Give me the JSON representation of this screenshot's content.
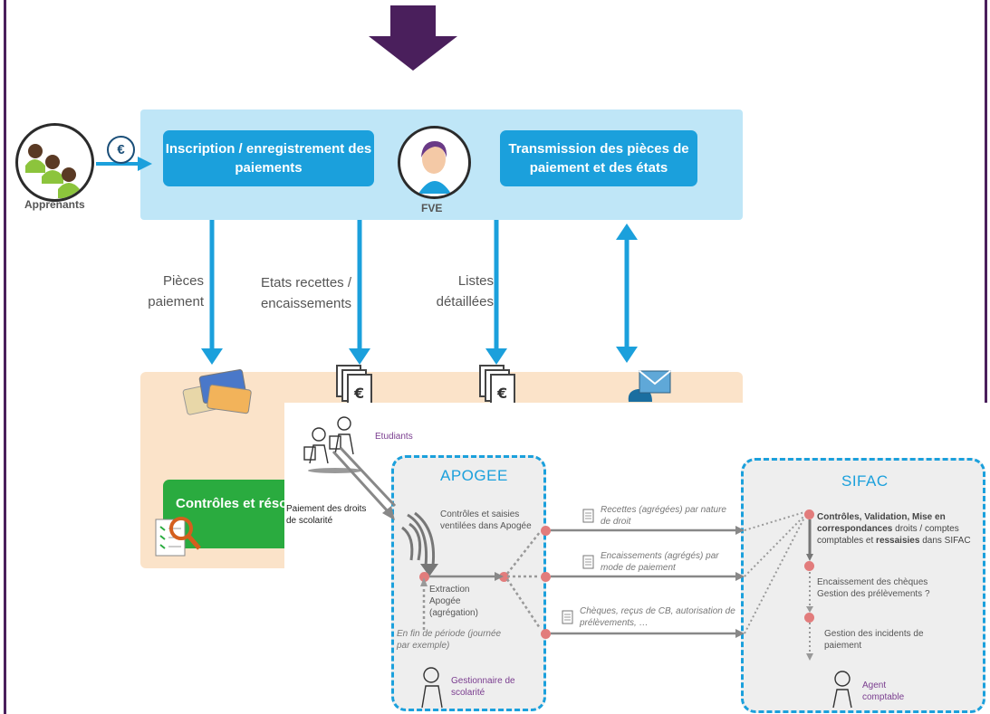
{
  "top": {
    "apprenants_label": "Apprenants",
    "euro_symbol": "€",
    "inscription_label": "Inscription / enregistrement des paiements",
    "fve_label": "FVE",
    "transmission_label": "Transmission des pièces de paiement et des états"
  },
  "flows": {
    "pieces_label": "Pièces paiement",
    "etats_label": "Etats recettes / encaissements",
    "listes_label": "Listes détaillées"
  },
  "bottom": {
    "green_label": "Contrôles et résolution des écarts"
  },
  "overlay": {
    "etudiants_label": "Etudiants",
    "paiement_label": "Paiement des droits de scolarité",
    "apogee_title": "APOGEE",
    "apogee_controles": "Contrôles et saisies ventilées dans Apogée",
    "extraction": "Extraction Apogée (agrégation)",
    "fin_periode": "En fin de période (journée par exemple)",
    "gestionnaire": "Gestionnaire de scolarité",
    "recettes": "Recettes (agrégées) par nature de droit",
    "encaissements_agreges": "Encaissements (agrégés) par mode de paiement",
    "cheques": "Chèques,  reçus de CB, autorisation de prélèvements, …",
    "sifac_title": "SIFAC",
    "sifac_controles_b1": "Contrôles, Validation, Mise en correspondances",
    "sifac_controles_t1": " droits / comptes comptables et ",
    "sifac_controles_b2": "ressaisies",
    "sifac_controles_t2": " dans SIFAC",
    "encaissement_cheques": "Encaissement des chèques",
    "gestion_prelevements": "Gestion des prélèvements ?",
    "gestion_incidents": "Gestion des incidents de paiement",
    "agent": "Agent comptable"
  },
  "colors": {
    "arrow_purple": "#4a1f5c",
    "band_blue": "#bfe6f7",
    "btn_blue": "#1ba0dc",
    "band_peach": "#fbe3c9",
    "btn_green": "#2aab3f",
    "dot_red": "#e27c7c",
    "accent_purple": "#7a3d8f"
  },
  "icons": [
    "down-arrow-icon",
    "euro-icon",
    "people-icon",
    "agent-icon",
    "credit-cards-icon",
    "documents-euro-icon",
    "phone-mail-icon",
    "magnifier-checklist-icon",
    "document-icon",
    "person-sketch-icon"
  ]
}
